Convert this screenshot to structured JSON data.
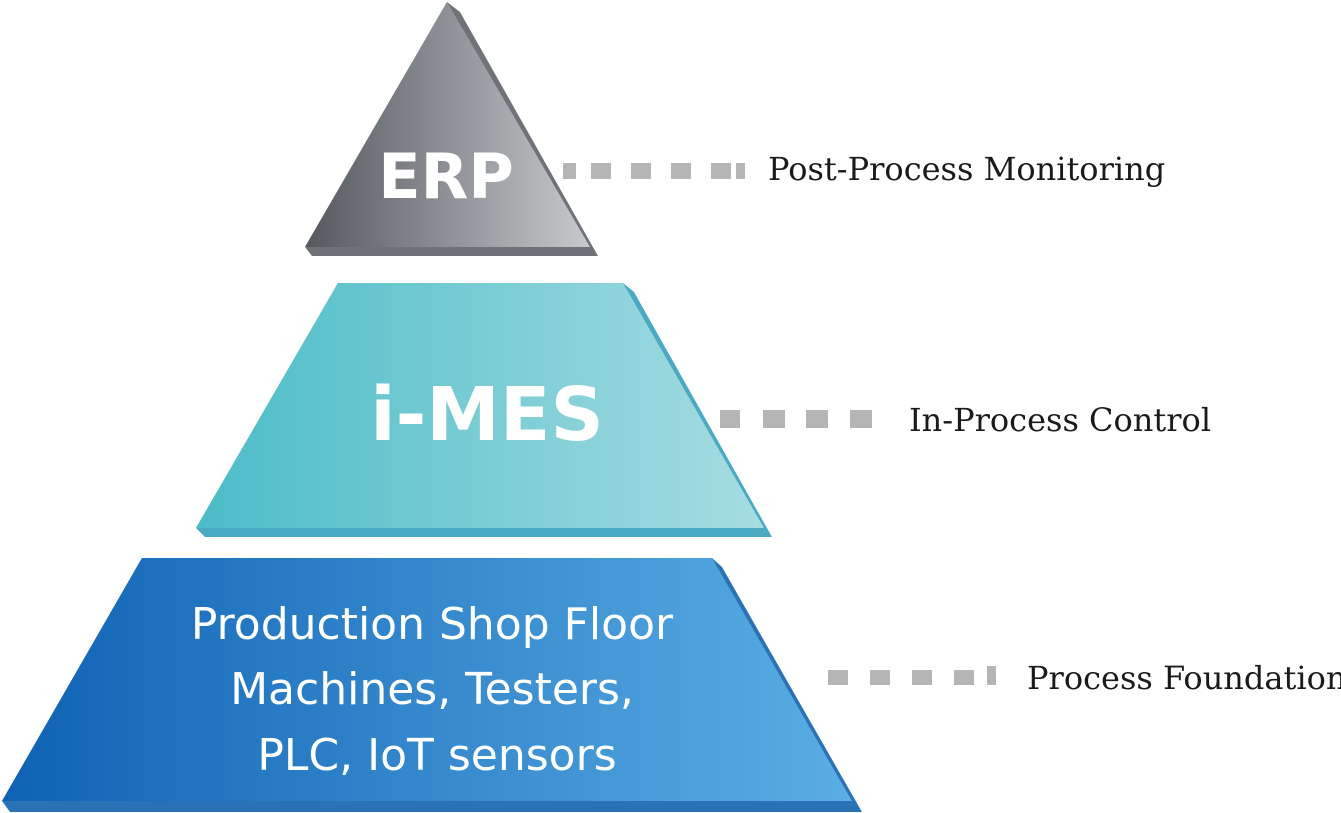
{
  "colors": {
    "erp_dark": "#55585d",
    "erp_light": "#c6cacd",
    "mes_dark": "#4bbcc7",
    "mes_light": "#a6dce2",
    "floor_dark": "#0f62b4",
    "floor_light": "#5aaee4",
    "connector": "#b5b5b5",
    "label_text": "#1a1a1a"
  },
  "tiers": {
    "erp": {
      "title": "ERP",
      "label": "Post-Process Monitoring"
    },
    "mes": {
      "title": "i-MES",
      "label": "In-Process Control"
    },
    "floor": {
      "lines": [
        "Production Shop Floor",
        "Machines, Testers,",
        "PLC, IoT sensors"
      ],
      "label": "Process Foundation"
    }
  }
}
